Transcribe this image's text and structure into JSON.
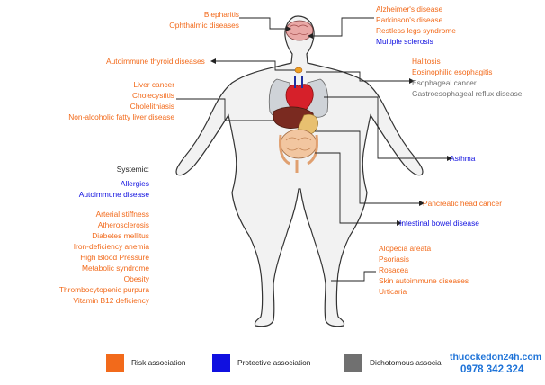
{
  "labels": {
    "brain_left": [
      "Blepharitis",
      "Ophthalmic diseases"
    ],
    "brain_right": [
      "Alzheimer's disease",
      "Parkinson's disease",
      "Restless legs syndrome"
    ],
    "brain_right_protective": "Multiple sclerosis",
    "thyroid": "Autoimmune thyroid diseases",
    "esophagus_risk": [
      "Halitosis",
      "Eosinophilic esophagitis"
    ],
    "esophagus_dich": [
      "Esophageal cancer",
      "Gastroesophageal reflux disease"
    ],
    "liver": [
      "Liver cancer",
      "Cholecystitis",
      "Cholelithiasis",
      "Non-alcoholic fatty liver disease"
    ],
    "lung": "Asthma",
    "pancreas": "Pancreatic head cancer",
    "bowel": "Intestinal bowel disease",
    "skin": [
      "Alopecia areata",
      "Psoriasis",
      "Rosacea",
      "Skin autoimmune diseases",
      "Urticaria"
    ],
    "systemic_title": "Systemic:",
    "systemic_protective": [
      "Allergies",
      "Autoimmune disease"
    ],
    "systemic_risk": [
      "Arterial stiffness",
      "Atherosclerosis",
      "Diabetes mellitus",
      "Iron-deficiency anemia",
      "High Blood Pressure",
      "Metabolic syndrome",
      "Obesity",
      "Thrombocytopenic purpura",
      "Vitamin B12 deficiency"
    ]
  },
  "legend": {
    "risk": "Risk association",
    "protective": "Protective association",
    "dichotomous": "Dichotomous associa"
  },
  "colors": {
    "risk": "#f26a1b",
    "protective": "#1010e0",
    "dichotomous": "#707070"
  },
  "watermark": {
    "site": "thuockedon24h.com",
    "phone": "0978 342 324"
  }
}
